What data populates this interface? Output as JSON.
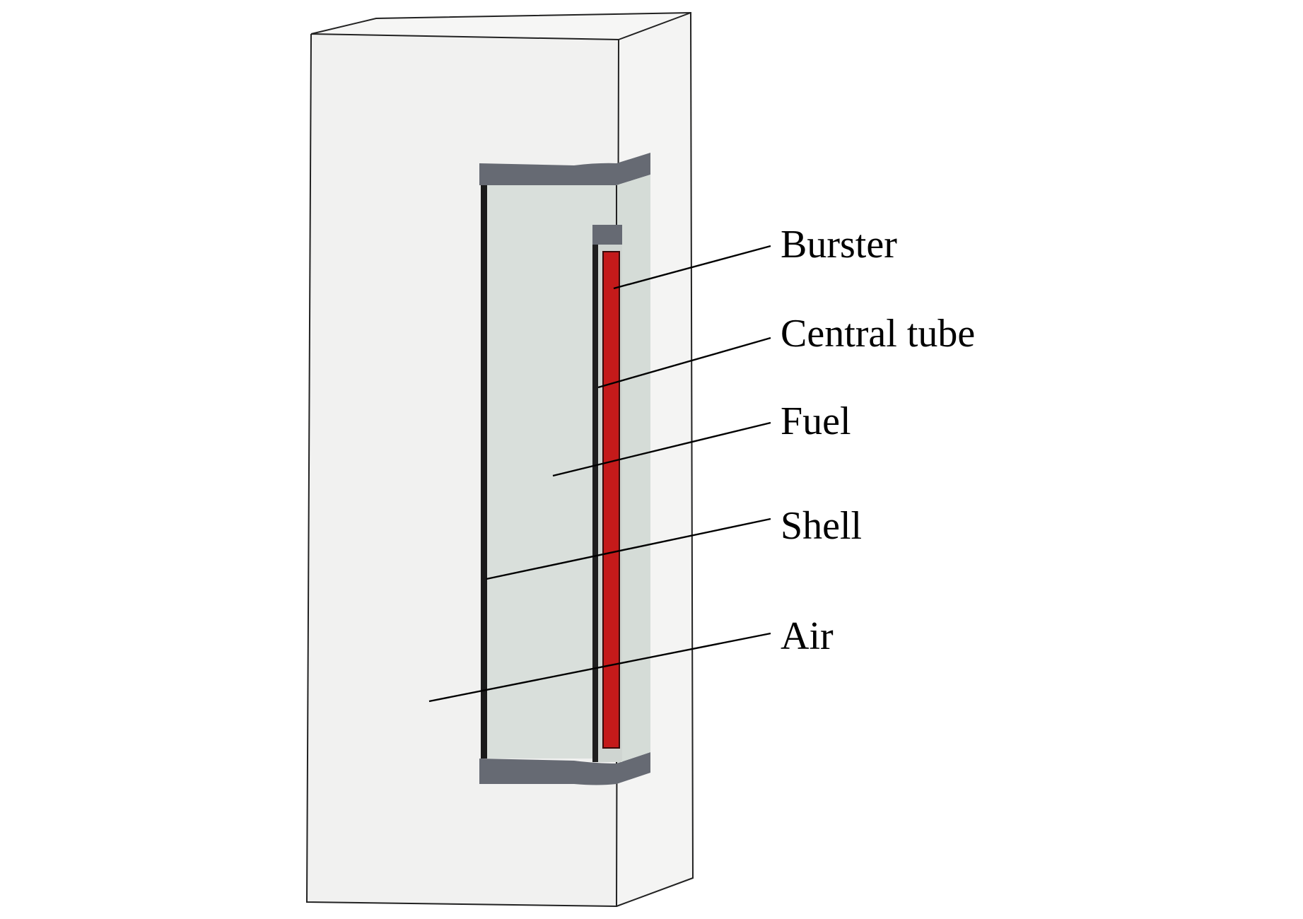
{
  "labels": {
    "burster": "Burster",
    "central_tube": "Central tube",
    "fuel": "Fuel",
    "shell": "Shell",
    "air": "Air"
  },
  "colors": {
    "background": "#ffffff",
    "air": "#f1f1f0",
    "fuel": "#d9dfdb",
    "shell": "#666a73",
    "central_tube": "#cfd5d1",
    "burster": "#c41a1a",
    "outline": "#222222"
  }
}
